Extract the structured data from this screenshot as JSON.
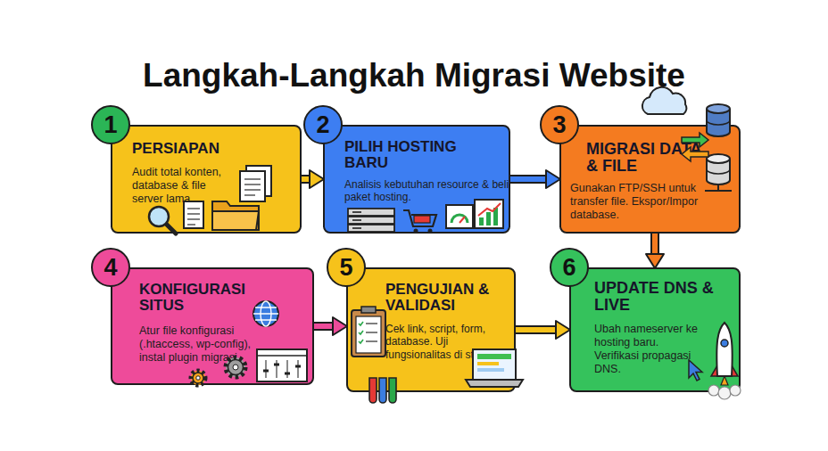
{
  "diagram": {
    "title": "Langkah-Langkah Migrasi Website",
    "nodes": [
      {
        "text": [
          "PERSIAPAN",
          "Audit total konten, database & file server lama."
        ]
      },
      {
        "text": [
          "1"
        ],
        "in": 0
      },
      {
        "text": [
          "PILIH HOSTING BARU",
          "Analisis kebutuhan resource & beli paket hosting."
        ]
      },
      {
        "text": [
          "2"
        ],
        "in": 2
      },
      {
        "text": [
          "MIGRASI DATA & FILE",
          "Gunakan FTP/SSH untuk transfer file. Ekspor/Impor database."
        ]
      },
      {
        "text": [
          "3"
        ],
        "in": 4
      },
      {
        "text": [
          "KONFIGURASI SITUS",
          "Atur file konfigurasi (.htaccess, wp-config), instal plugin migrasi."
        ]
      },
      {
        "text": [
          "4"
        ],
        "in": 6
      },
      {
        "text": [
          "PENGUJIAN & VALIDASI",
          "Cek link, script, form, database. Uji fungsionalitas di staging."
        ]
      },
      {
        "text": [
          "5"
        ],
        "in": 8
      },
      {
        "text": [
          "UPDATE DNS & LIVE",
          "Ubah nameserver ke hosting baru. Verifikasi propagasi DNS."
        ]
      },
      {
        "text": [
          "6"
        ],
        "in": 10
      }
    ],
    "edges": [
      {
        "from": 0,
        "to": 2,
        "arrow": "to"
      },
      {
        "from": 2,
        "to": 4,
        "arrow": "to"
      },
      {
        "from": 4,
        "to": 10,
        "arrow": "to"
      },
      {
        "from": 6,
        "to": 8,
        "arrow": "to"
      },
      {
        "from": 8,
        "to": 10,
        "arrow": "to"
      }
    ]
  }
}
